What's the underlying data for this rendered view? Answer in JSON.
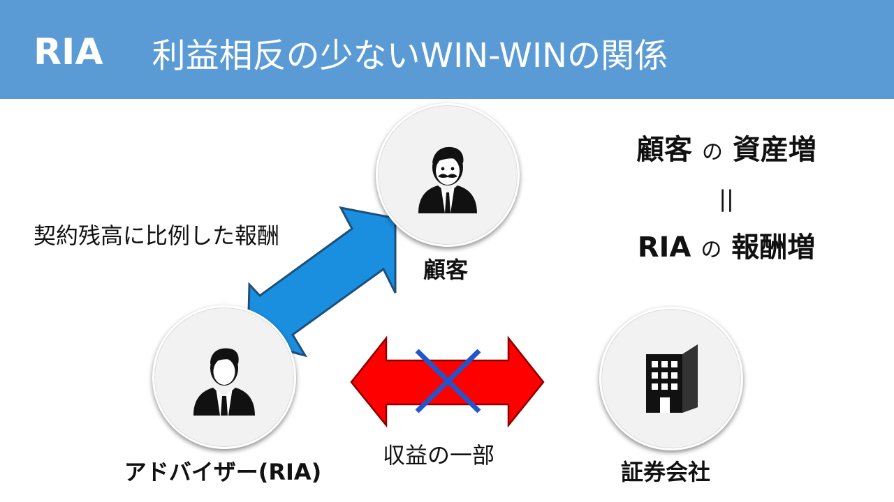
{
  "header": {
    "brand": "RIA",
    "title": "利益相反の少ないWIN-WINの関係"
  },
  "nodes": {
    "customer": {
      "label": "顧客",
      "icon": "businessman-mustache-icon"
    },
    "advisor": {
      "label": "アドバイザー(RIA)",
      "icon": "businessman-icon"
    },
    "brokerage": {
      "label": "証券会社",
      "icon": "office-building-icon"
    }
  },
  "edges": {
    "customer_advisor": {
      "label": "契約残高に比例した報酬",
      "color": "#1a8fe0"
    },
    "advisor_brokerage": {
      "label": "収益の一部",
      "color": "#ff0000",
      "crossed": true,
      "cross_color": "#2255cc"
    }
  },
  "equation": {
    "line1_a": "顧客",
    "line1_particle": "の",
    "line1_b": "資産増",
    "equals": "||",
    "line2_a": "RIA",
    "line2_particle": "の",
    "line2_b": "報酬増"
  }
}
